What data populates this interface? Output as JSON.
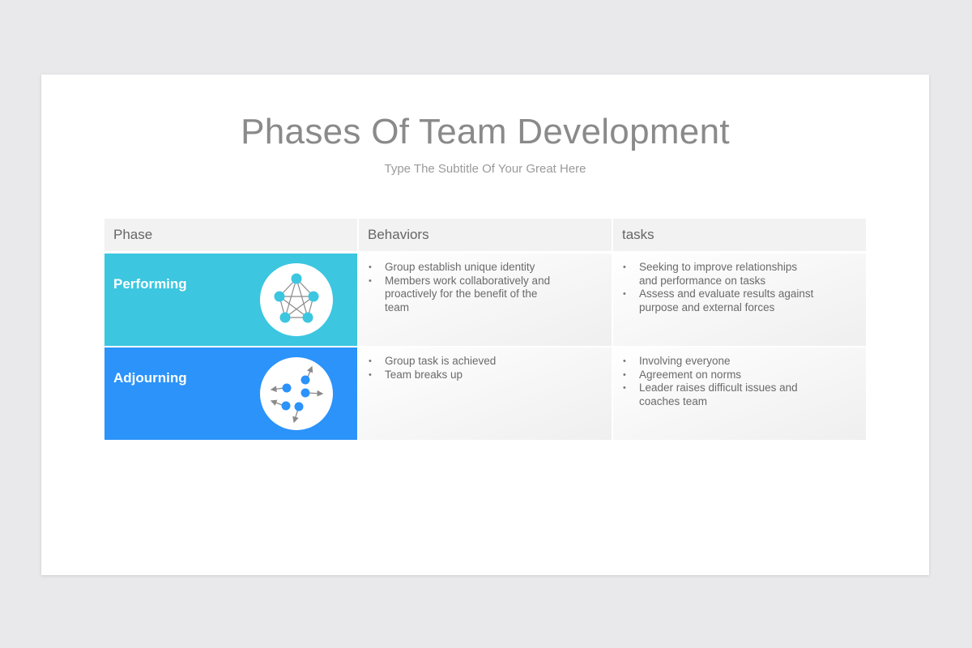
{
  "slide": {
    "title": "Phases Of Team Development",
    "subtitle": "Type The Subtitle Of Your Great Here"
  },
  "table": {
    "headers": [
      "Phase",
      "Behaviors",
      "tasks"
    ],
    "rows": [
      {
        "phase": "Performing",
        "color": "#3cc6e0",
        "icon": "network-icon",
        "behaviors": [
          "Group establish unique identity",
          "Members work collaboratively and proactively for the benefit of the team"
        ],
        "tasks": [
          "Seeking to improve relationships and performance on tasks",
          "Assess and evaluate results against purpose and external forces"
        ]
      },
      {
        "phase": "Adjourning",
        "color": "#2b93fa",
        "icon": "scatter-arrows-icon",
        "behaviors": [
          "Group task is achieved",
          "Team breaks up"
        ],
        "tasks": [
          "Involving everyone",
          "Agreement on norms",
          "Leader raises difficult issues and coaches team"
        ]
      }
    ]
  },
  "colors": {
    "node_performing": "#3cc6e0",
    "node_adjourning": "#2b93fa",
    "header_bg": "#f2f2f2"
  }
}
